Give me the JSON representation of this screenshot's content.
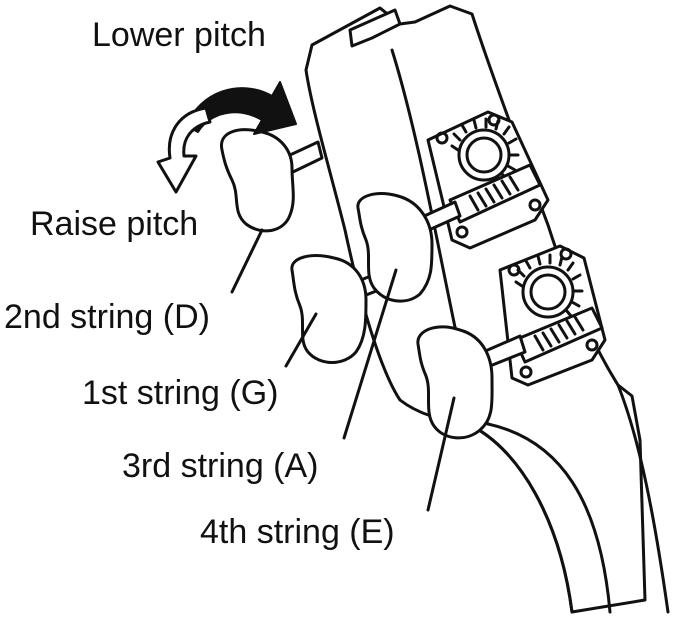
{
  "labels": {
    "lower_pitch": "Lower pitch",
    "raise_pitch": "Raise pitch",
    "string_2": "2nd string (D)",
    "string_1": "1st string (G)",
    "string_3": "3rd string (A)",
    "string_4": "4th string (E)"
  },
  "colors": {
    "line": "#111111",
    "fill": "#ffffff",
    "shade": "#dcdcdc"
  },
  "icons": {
    "lower_arrow": "curved-arrow-solid",
    "raise_arrow": "curved-arrow-outline"
  }
}
